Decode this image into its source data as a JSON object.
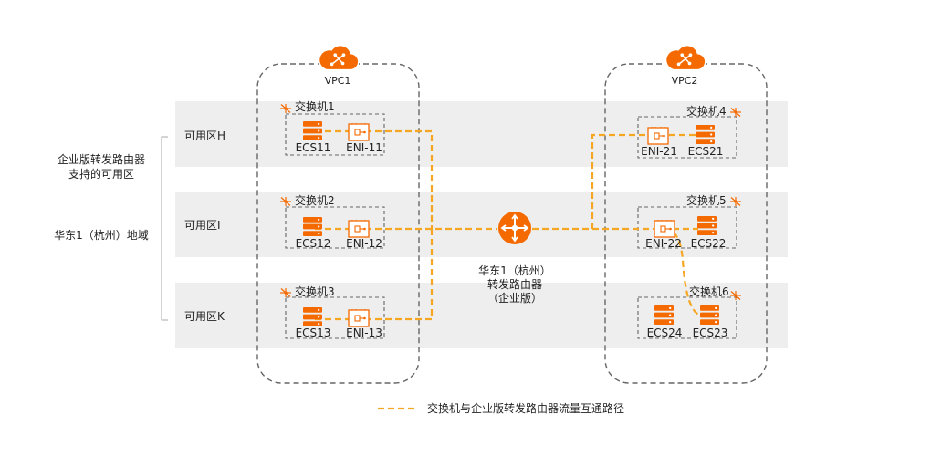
{
  "colors": {
    "accent": "#f56a00",
    "path": "#f5a623",
    "zone_band": "#eeeeee",
    "border_dash": "#666666",
    "text": "#222222"
  },
  "region": {
    "label_line1": "企业版转发路由器",
    "label_line2": "支持的可用区",
    "name": "华东1（杭州）地域"
  },
  "zones": [
    {
      "label": "可用区H"
    },
    {
      "label": "可用区I"
    },
    {
      "label": "可用区K"
    }
  ],
  "vpcs": [
    {
      "label": "VPC1",
      "icon": "cloud-icon"
    },
    {
      "label": "VPC2",
      "icon": "cloud-icon"
    }
  ],
  "switches": [
    {
      "label": "交换机1",
      "ecs": "ECS11",
      "eni": "ENI-11"
    },
    {
      "label": "交换机2",
      "ecs": "ECS12",
      "eni": "ENI-12"
    },
    {
      "label": "交换机3",
      "ecs": "ECS13",
      "eni": "ENI-13"
    },
    {
      "label": "交换机4",
      "ecs": "ECS21",
      "eni": "ENI-21"
    },
    {
      "label": "交换机5",
      "ecs": "ECS22",
      "eni": "ENI-22"
    },
    {
      "label": "交换机6",
      "ecs": "ECS23",
      "ecs2": "ECS24"
    }
  ],
  "router": {
    "line1": "华东1（杭州）",
    "line2": "转发路由器",
    "line3": "（企业版）",
    "icon": "router-icon"
  },
  "legend": {
    "label": "交换机与企业版转发路由器流量互通路径"
  }
}
